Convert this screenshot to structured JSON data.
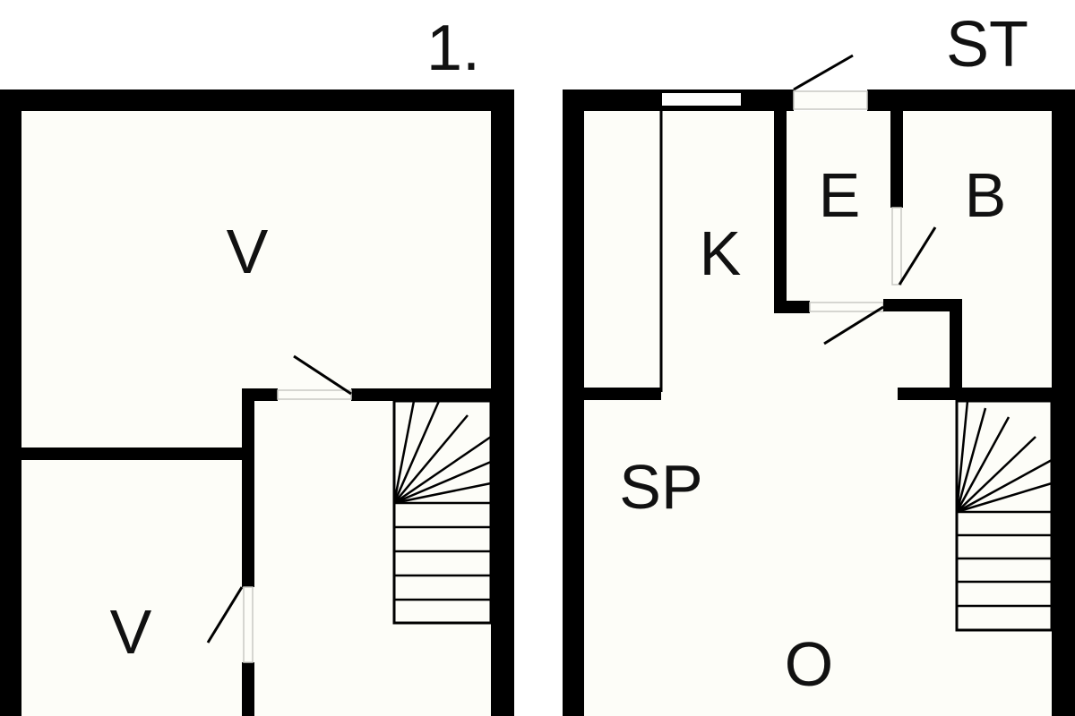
{
  "floors": [
    {
      "label": "1.",
      "rooms": [
        {
          "label": "V"
        },
        {
          "label": "V"
        }
      ]
    },
    {
      "label": "ST",
      "rooms": [
        {
          "label": "E"
        },
        {
          "label": "B"
        },
        {
          "label": "K"
        },
        {
          "label": "SP"
        },
        {
          "label": "O"
        }
      ]
    }
  ],
  "colors": {
    "wall": "#000000",
    "floor": "#fdfdf8",
    "background": "#ffffff"
  }
}
